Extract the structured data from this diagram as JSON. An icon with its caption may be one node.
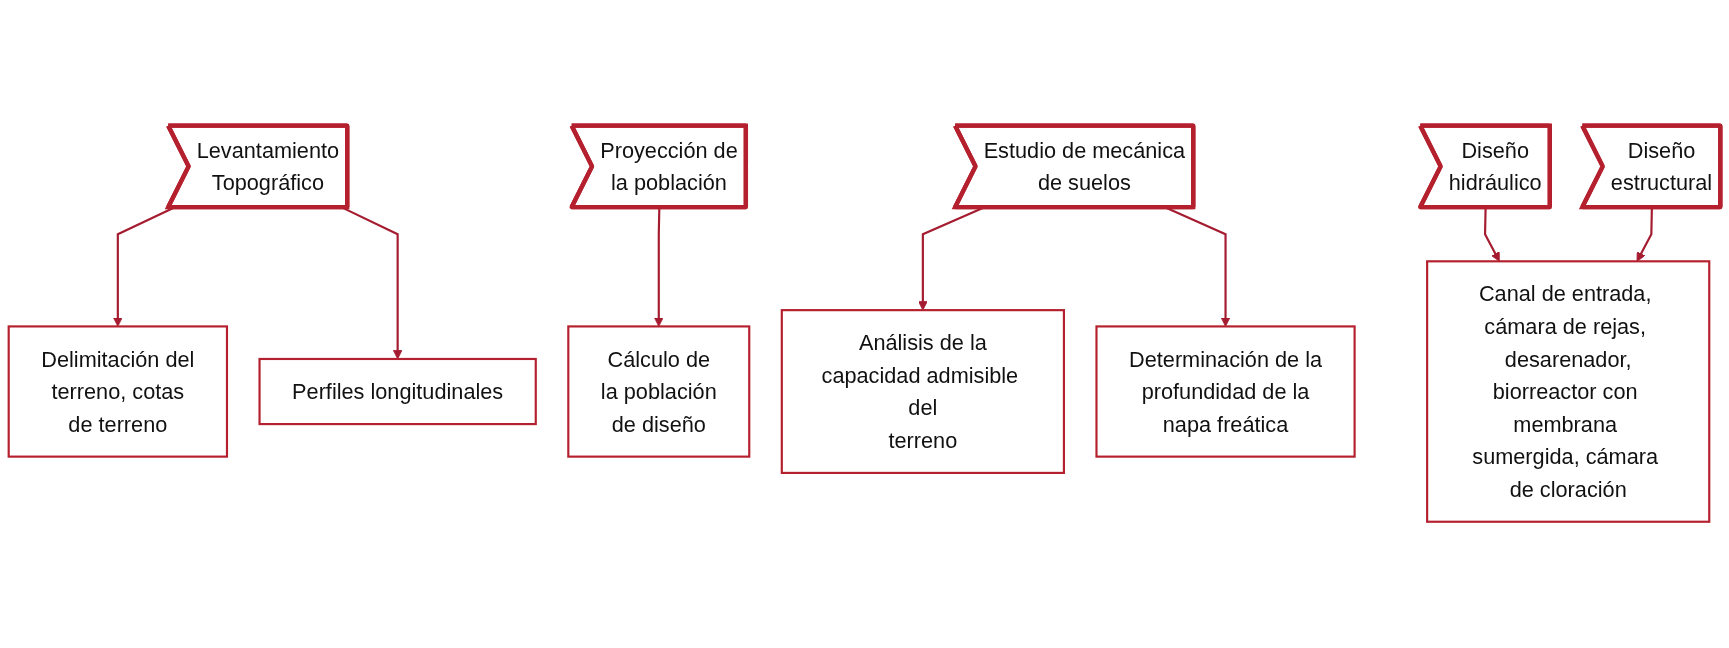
{
  "diagram": {
    "nodes": [
      {
        "text": [
          "Levantamiento Topográfico"
        ]
      },
      {
        "text": [
          "Delimitación del terreno, cotas de terreno"
        ]
      },
      {
        "text": [
          "Perfiles longitudinales"
        ]
      },
      {
        "text": [
          "Proyección de la población"
        ]
      },
      {
        "text": [
          "Cálculo de la población de diseño"
        ]
      },
      {
        "text": [
          "Estudio de mecánica de suelos"
        ]
      },
      {
        "text": [
          "Análisis de la capacidad admisible del terreno"
        ]
      },
      {
        "text": [
          "Determinación de la profundidad de la napa freática"
        ]
      },
      {
        "text": [
          "Diseño hidráulico"
        ]
      },
      {
        "text": [
          "Diseño estructural"
        ]
      },
      {
        "text": [
          "Canal de entrada, cámara de rejas, desarenador, biorreactor con membrana sumergida, cámara de cloración"
        ]
      }
    ],
    "edges": [
      {
        "from": 0,
        "to": 1,
        "arrow": "to"
      },
      {
        "from": 0,
        "to": 2,
        "arrow": "to"
      },
      {
        "from": 3,
        "to": 4,
        "arrow": "to"
      },
      {
        "from": 5,
        "to": 6,
        "arrow": "to"
      },
      {
        "from": 5,
        "to": 7,
        "arrow": "to"
      },
      {
        "from": 8,
        "to": 10,
        "arrow": "to"
      },
      {
        "from": 9,
        "to": 10,
        "arrow": "to"
      }
    ]
  }
}
